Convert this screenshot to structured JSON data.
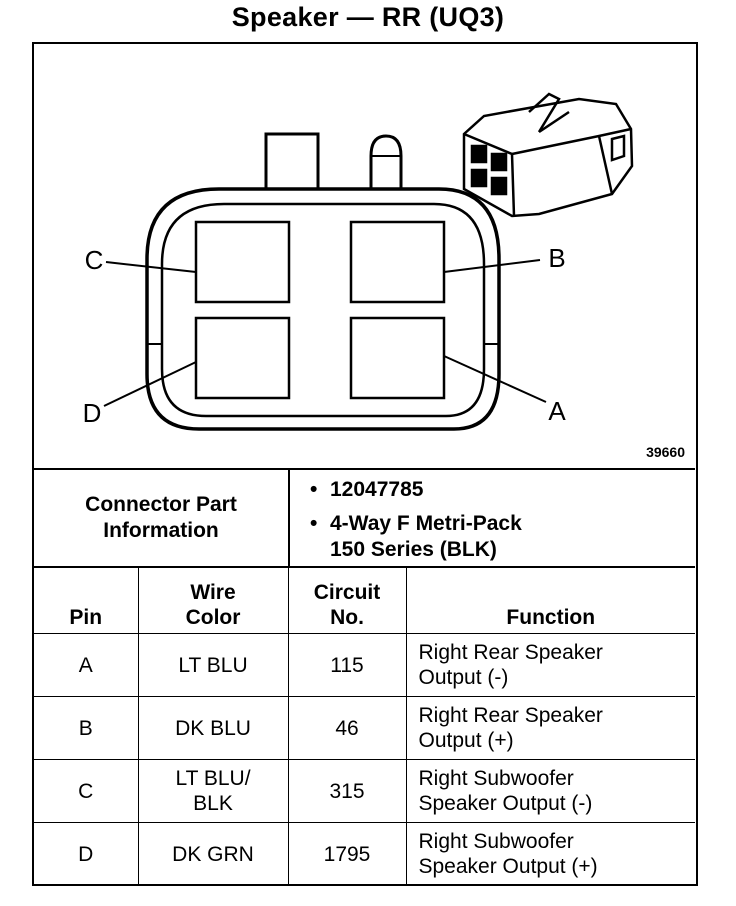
{
  "title": "Speaker — RR (UQ3)",
  "figure_number": "39660",
  "pin_labels": {
    "a": "A",
    "b": "B",
    "c": "C",
    "d": "D"
  },
  "connector_info": {
    "label": "Connector Part Information",
    "items": [
      "12047785",
      "4-Way F Metri-Pack",
      "150 Series (BLK)"
    ]
  },
  "table": {
    "headers": {
      "pin": "Pin",
      "wire_color": "Wire\nColor",
      "circuit": "Circuit\nNo.",
      "function": "Function"
    },
    "rows": [
      {
        "pin": "A",
        "wire_color": "LT BLU",
        "circuit": "115",
        "function": "Right Rear Speaker\nOutput (-)"
      },
      {
        "pin": "B",
        "wire_color": "DK BLU",
        "circuit": "46",
        "function": "Right Rear Speaker\nOutput (+)"
      },
      {
        "pin": "C",
        "wire_color": "LT BLU/\nBLK",
        "circuit": "315",
        "function": "Right Subwoofer\nSpeaker Output (-)"
      },
      {
        "pin": "D",
        "wire_color": "DK GRN",
        "circuit": "1795",
        "function": "Right Subwoofer\nSpeaker Output (+)"
      }
    ]
  }
}
